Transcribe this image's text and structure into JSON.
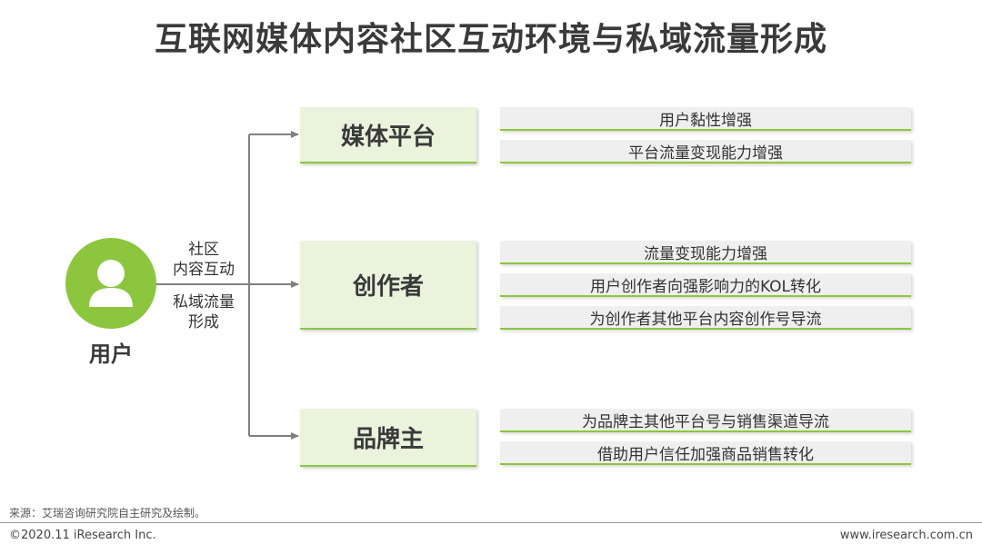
{
  "title": "互联网媒体内容社区互动环境与私域流量形成",
  "user": {
    "label": "用户",
    "icon": "user-icon"
  },
  "edge_labels": {
    "top": [
      "社区",
      "内容互动"
    ],
    "bottom": [
      "私域流量",
      "形成"
    ]
  },
  "groups": [
    {
      "name": "媒体平台",
      "details": [
        "用户黏性增强",
        "平台流量变现能力增强"
      ]
    },
    {
      "name": "创作者",
      "details": [
        "流量变现能力增强",
        "用户创作者向强影响力的KOL转化",
        "为创作者其他平台内容创作号导流"
      ]
    },
    {
      "name": "品牌主",
      "details": [
        "为品牌主其他平台号与销售渠道导流",
        "借助用户信任加强商品销售转化"
      ]
    }
  ],
  "footer": {
    "source": "来源：艾瑞咨询研究院自主研究及绘制。",
    "copyright": "©2020.11 iResearch Inc.",
    "website": "www.iresearch.com.cn"
  },
  "colors": {
    "accent_green": "#8cc63f",
    "box_fill": "#eaf3dc",
    "detail_fill": "#efefef",
    "arrow": "#808080"
  }
}
